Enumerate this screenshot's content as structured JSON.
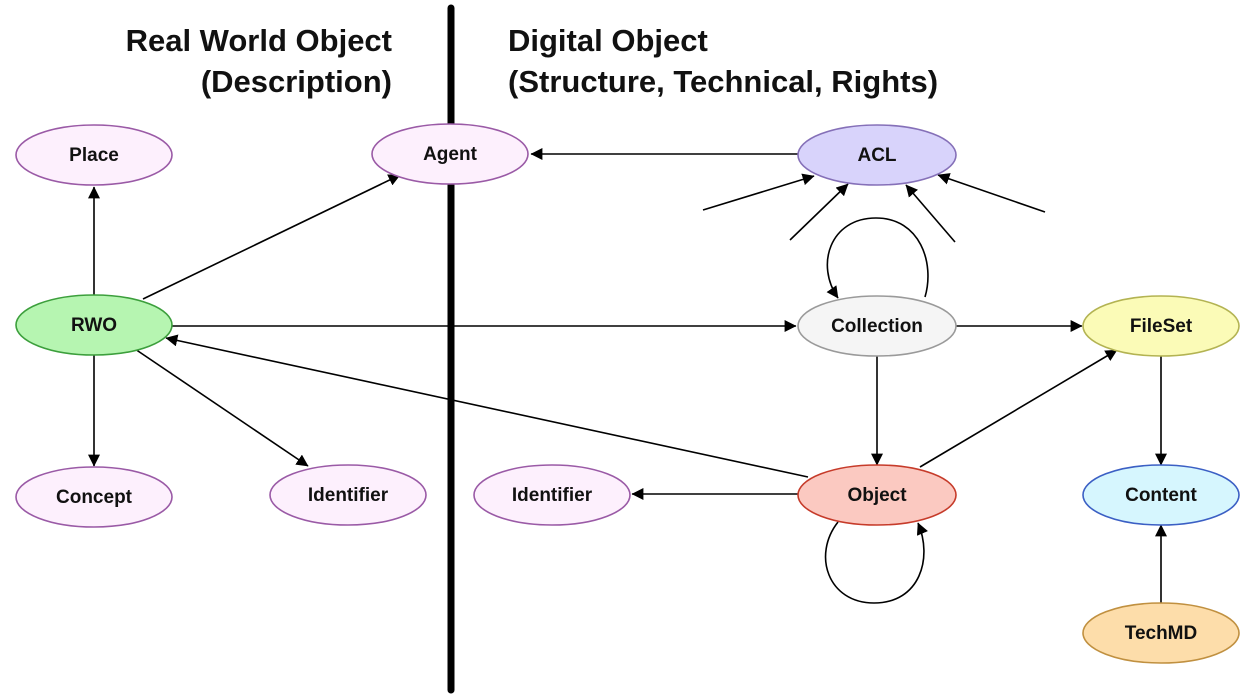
{
  "headings": {
    "left_line1": "Real World Object",
    "left_line2": "(Description)",
    "right_line1": "Digital Object",
    "right_line2": "(Structure, Technical, Rights)"
  },
  "nodes": {
    "place": "Place",
    "agent": "Agent",
    "acl": "ACL",
    "rwo": "RWO",
    "collection": "Collection",
    "fileset": "FileSet",
    "concept": "Concept",
    "identifier_rwo": "Identifier",
    "identifier_digital": "Identifier",
    "object": "Object",
    "content": "Content",
    "techmd": "TechMD"
  },
  "colors": {
    "place": {
      "fill": "#fdf0fd",
      "stroke": "#9a5aa6"
    },
    "agent": {
      "fill": "#fdf0fd",
      "stroke": "#9a5aa6"
    },
    "concept": {
      "fill": "#fdf0fd",
      "stroke": "#9a5aa6"
    },
    "identifier": {
      "fill": "#fdf0fd",
      "stroke": "#9a5aa6"
    },
    "acl": {
      "fill": "#d8d3fb",
      "stroke": "#8570b8"
    },
    "rwo": {
      "fill": "#b6f5b1",
      "stroke": "#3c9f3c"
    },
    "collection": {
      "fill": "#f5f5f5",
      "stroke": "#9a9a9a"
    },
    "fileset": {
      "fill": "#fbfbb7",
      "stroke": "#b3b352"
    },
    "object": {
      "fill": "#fbc9c1",
      "stroke": "#c63b2a"
    },
    "content": {
      "fill": "#d6f6fe",
      "stroke": "#3b5fc4"
    },
    "techmd": {
      "fill": "#fdddaa",
      "stroke": "#c09040"
    },
    "divider": "#000000",
    "edge": "#000000"
  }
}
